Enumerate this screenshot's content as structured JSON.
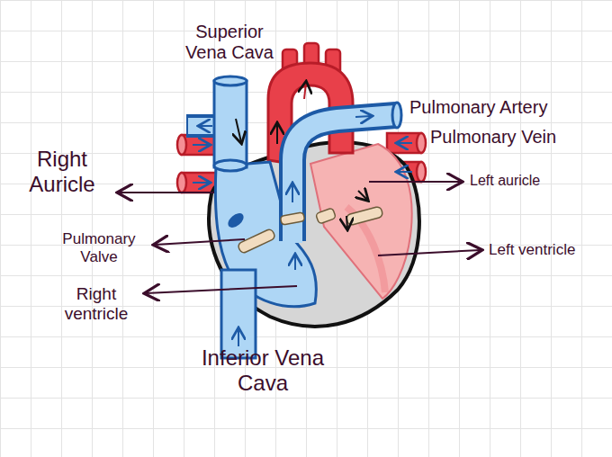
{
  "diagram": {
    "labels": [
      "Superior Vena Cava",
      "Pulmonary Artery",
      "Pulmonary Vein",
      "Right Auricle",
      "Left auricle",
      "Pulmonary Valve",
      "Left ventricle",
      "Right ventricle",
      "Inferior Vena Cava"
    ]
  }
}
